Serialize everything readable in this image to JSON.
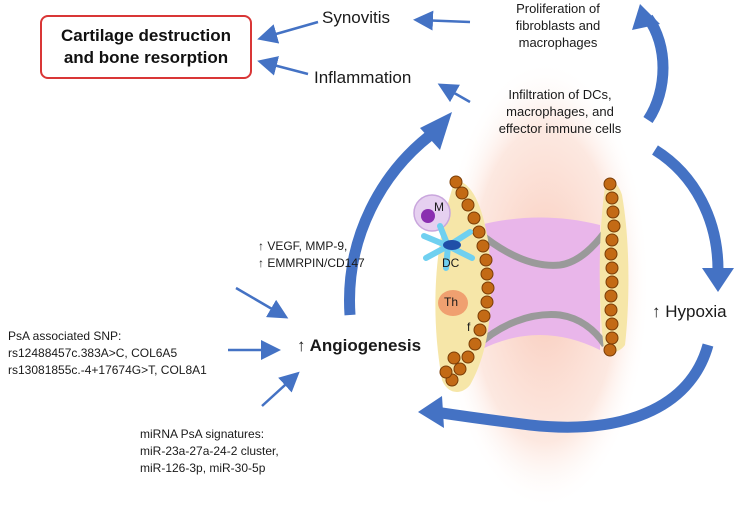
{
  "box": {
    "text": "Cartilage destruction\nand bone resorption"
  },
  "top_labels": {
    "synovitis": "Synovitis",
    "inflammation": "Inflammation",
    "proliferation": "Proliferation of\nfibroblasts and\nmacrophages",
    "infiltration": "Infiltration of DCs,\nmacrophages, and\neffector immune cells"
  },
  "cells": {
    "m": "M",
    "dc": "DC",
    "th": "Th",
    "f": "f"
  },
  "angiogenesis": {
    "text": "↑ Angiogenesis"
  },
  "hypoxia": {
    "text": "↑ Hypoxia"
  },
  "factors": {
    "vegf": "↑ VEGF, MMP-9,\n↑ EMMRPIN/CD147",
    "snp": "PsA associated SNP:\nrs12488457c.383A>C, COL6A5\nrs13081855c.-4+17674G>T, COL8A1",
    "mirna": "miRNA PsA signatures:\nmiR-23a-27a-24-2 cluster,\nmiR-126-3p, miR-30-5p"
  },
  "colors": {
    "arrow": "#4472c4",
    "box_border": "#d93636",
    "synovium": "#f6e6a8",
    "joint_space": "#e9b6ea",
    "bone_glow": "#f8c9b8"
  }
}
